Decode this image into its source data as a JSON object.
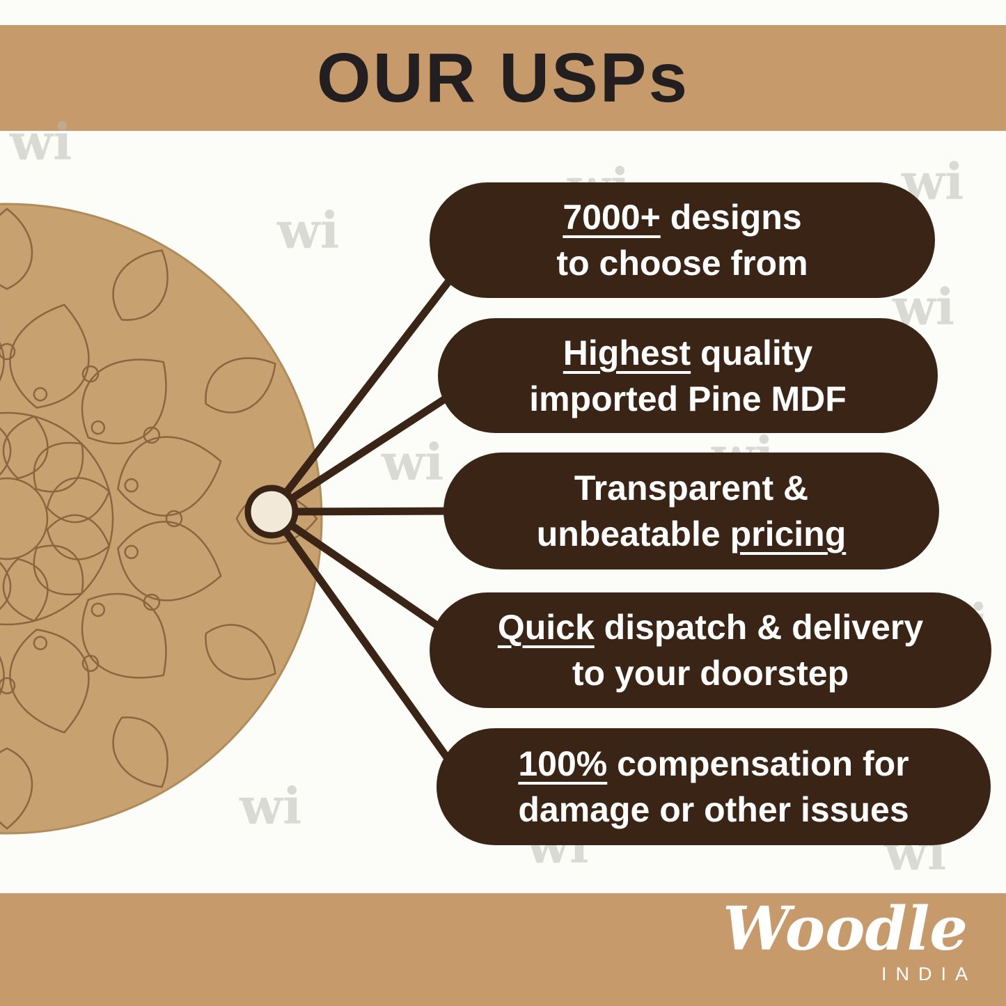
{
  "header": {
    "title": "OUR USPs"
  },
  "watermark": {
    "text": "wi"
  },
  "usps": [
    {
      "lines": [
        {
          "pre": "",
          "u": "7000+",
          "post": " designs"
        },
        {
          "pre": "to choose from",
          "u": "",
          "post": ""
        }
      ]
    },
    {
      "lines": [
        {
          "pre": "",
          "u": "Highest",
          "post": " quality"
        },
        {
          "pre": "imported Pine MDF",
          "u": "",
          "post": ""
        }
      ]
    },
    {
      "lines": [
        {
          "pre": "Transparent &",
          "u": "",
          "post": ""
        },
        {
          "pre": "unbeatable ",
          "u": "pricing",
          "post": ""
        }
      ]
    },
    {
      "lines": [
        {
          "pre": "",
          "u": "Quick",
          "post": " dispatch & delivery"
        },
        {
          "pre": "to your doorstep",
          "u": "",
          "post": ""
        }
      ]
    },
    {
      "lines": [
        {
          "pre": "",
          "u": "100%",
          "post": " compensation for"
        },
        {
          "pre": "damage or other issues",
          "u": "",
          "post": ""
        }
      ]
    }
  ],
  "footer": {
    "brand": "Woodle",
    "country": "INDIA"
  },
  "colors": {
    "band": "#C79A6B",
    "pill_bg": "#3A2416",
    "pill_text": "#FFFFFF",
    "board": "#C8A171",
    "title_text": "#231F20"
  }
}
